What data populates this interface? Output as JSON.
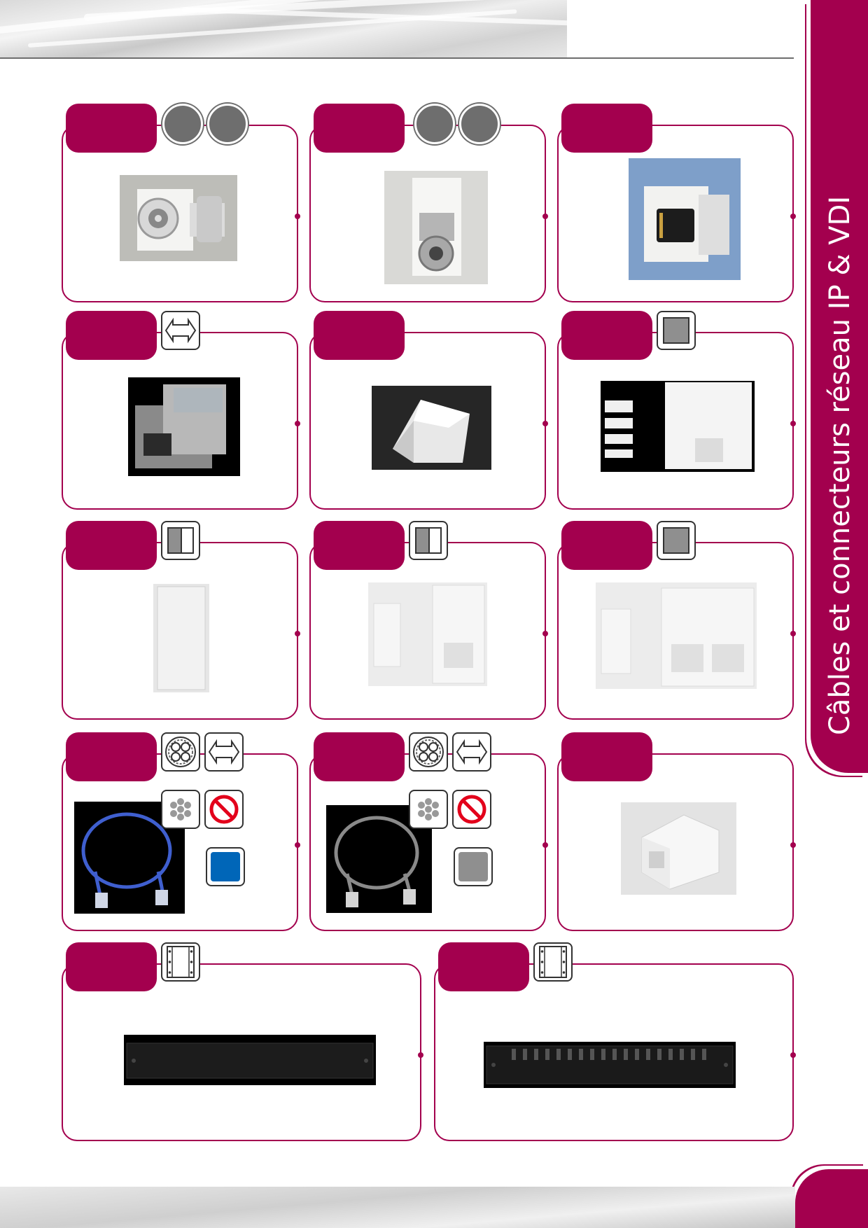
{
  "sidebar": {
    "title": "Câbles et connecteurs réseau IP & VDI"
  },
  "colors": {
    "brand": "#a3004e",
    "icon_stroke": "#333333",
    "blue_swatch": "#0066b8",
    "grey_swatch": "#8f8f8f"
  },
  "products": [
    {
      "id": "bnc-keystone",
      "image": "bnc-keystone-connector",
      "icons": [
        "grey-circle-icon",
        "grey-circle-icon"
      ]
    },
    {
      "id": "f-keystone",
      "image": "f-type-keystone-connector",
      "icons": [
        "grey-circle-icon",
        "grey-circle-icon"
      ]
    },
    {
      "id": "hdmi-keystone",
      "image": "hdmi-keystone-connector",
      "icons": []
    },
    {
      "id": "rj45-shielded",
      "image": "shielded-rj45-keystone",
      "icons": [
        "bidirectional-arrow-icon"
      ]
    },
    {
      "id": "angled-adapter",
      "image": "angled-keystone-adapter",
      "icons": []
    },
    {
      "id": "single-plate",
      "image": "single-port-faceplate",
      "icons": [
        "grey-square-icon"
      ]
    },
    {
      "id": "blank-module",
      "image": "blank-half-module",
      "icons": [
        "half-module-icon"
      ]
    },
    {
      "id": "half-plate",
      "image": "half-width-faceplate",
      "icons": [
        "half-module-icon"
      ]
    },
    {
      "id": "dual-plate",
      "image": "dual-port-faceplate",
      "icons": [
        "grey-square-icon"
      ]
    },
    {
      "id": "patch-blue",
      "image": "blue-patch-cord",
      "icons": [
        "four-pair-icon",
        "bidirectional-arrow-icon",
        "stranded-wire-icon",
        "no-halogen-icon",
        "blue-swatch-icon"
      ]
    },
    {
      "id": "patch-grey",
      "image": "grey-patch-cord",
      "icons": [
        "four-pair-icon",
        "bidirectional-arrow-icon",
        "stranded-wire-icon",
        "no-halogen-icon",
        "grey-swatch-icon"
      ]
    },
    {
      "id": "surface-box",
      "image": "surface-mount-box",
      "icons": []
    },
    {
      "id": "blank-panel",
      "image": "1u-blank-panel",
      "icons": [
        "rack-unit-icon"
      ]
    },
    {
      "id": "cable-manager",
      "image": "1u-cable-manager",
      "icons": [
        "rack-unit-icon"
      ]
    }
  ]
}
